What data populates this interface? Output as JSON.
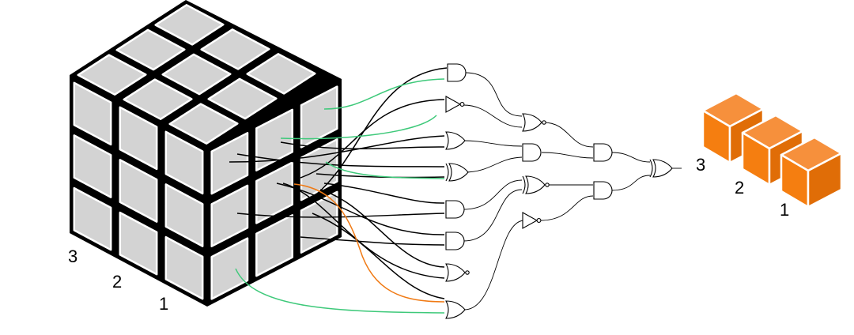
{
  "colors": {
    "cube_cell": "#d3d3d3",
    "cube_line": "#000000",
    "wire_default": "#000000",
    "wire_green": "#3ec97a",
    "wire_orange": "#f07a14",
    "block_top": "#f6903c",
    "block_front": "#f57e10",
    "block_side": "#e06d07"
  },
  "cube": {
    "axis_labels": [
      "3",
      "2",
      "1"
    ]
  },
  "blocks": {
    "labels": [
      "3",
      "2",
      "1"
    ]
  },
  "circuit": {
    "first_layer": [
      "and-gate",
      "not-gate",
      "or-gate",
      "xor-gate",
      "and-gate",
      "and-gate",
      "or-gate",
      "or-gate"
    ],
    "second_layer": [
      "or-gate",
      "and-gate",
      "xor-gate",
      "not-gate"
    ],
    "third_layer": [
      "and-gate",
      "and-gate"
    ],
    "output": "xor-gate"
  }
}
